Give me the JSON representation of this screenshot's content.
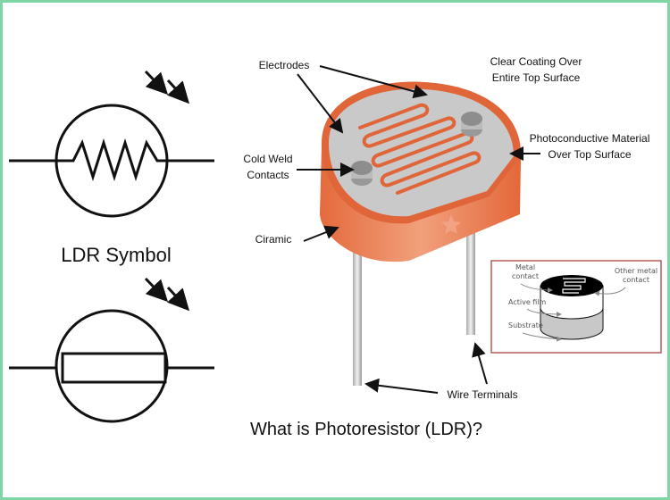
{
  "symbols": {
    "ldr_symbol_label": "LDR Symbol"
  },
  "labels": {
    "electrodes": "Electrodes",
    "clear_coating_1": "Clear Coating Over",
    "clear_coating_2": "Entire Top Surface",
    "photoconductive_1": "Photoconductive Material",
    "photoconductive_2": "Over Top Surface",
    "cold_weld_1": "Cold Weld",
    "cold_weld_2": "Contacts",
    "ceramic": "Ciramic",
    "wire_terminals": "Wire Terminals"
  },
  "inset": {
    "metal_contact_1": "Metal",
    "metal_contact_2": "contact",
    "other_metal_1": "Other metal",
    "other_metal_2": "contact",
    "active_film": "Active film",
    "substrate": "Substrate"
  },
  "title": "What is Photoresistor (LDR)?",
  "colors": {
    "frame": "#7dd6a4",
    "body": "#e0663a",
    "surface": "#c9c9c9",
    "inset_border": "#b85a5a"
  }
}
